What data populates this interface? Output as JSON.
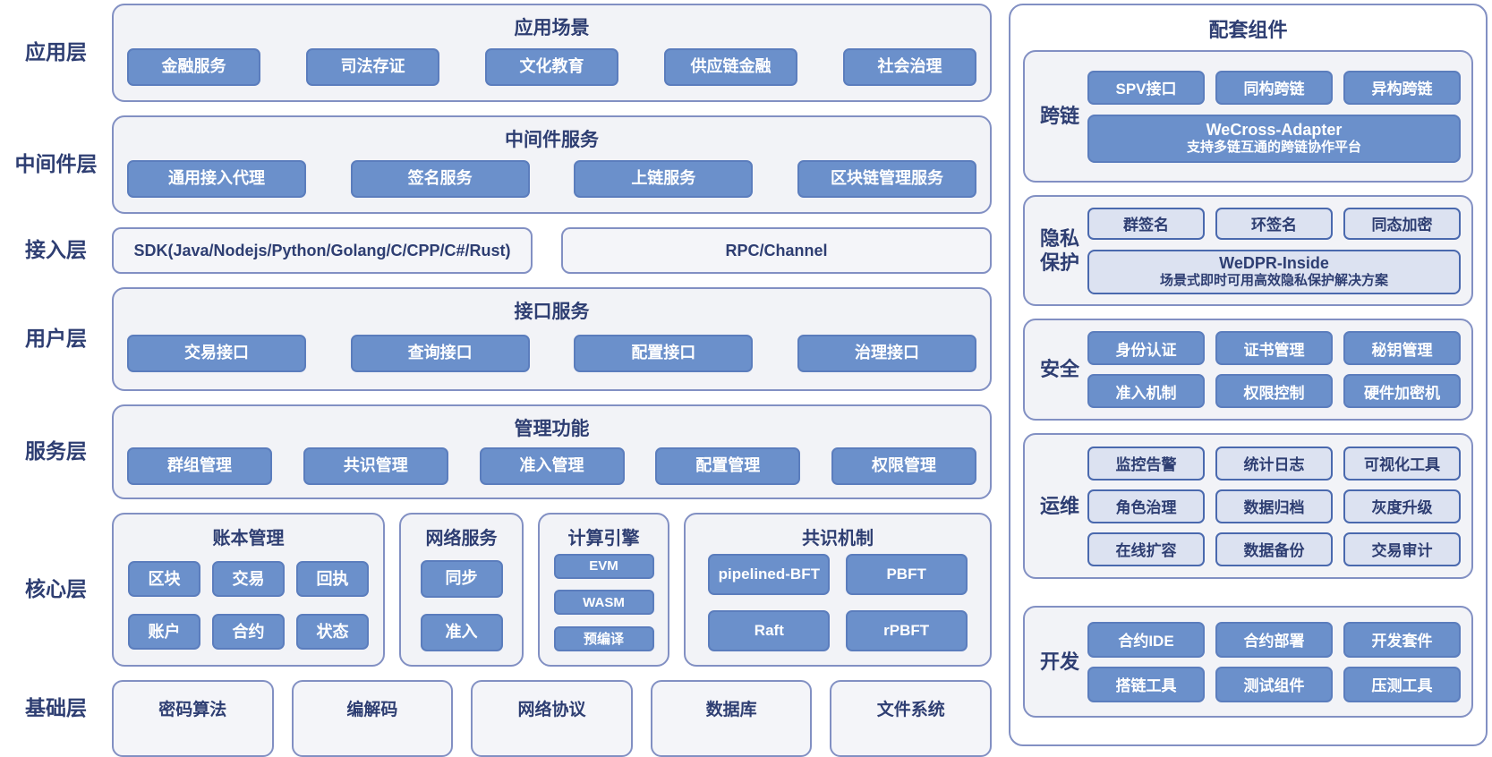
{
  "colors": {
    "navy": "#2e3e72",
    "blue": "#6b90cb",
    "blue_border": "#5b7dbd",
    "light": "#dce2f1",
    "light_border": "#4a69ae",
    "panel": "#f2f3f7",
    "panel_alt": "#f4f5f9",
    "panel_border": "#8290c3"
  },
  "layers": [
    {
      "label": "应用层",
      "box": {
        "title": "应用场景",
        "buttons": [
          "金融服务",
          "司法存证",
          "文化教育",
          "供应链金融",
          "社会治理"
        ]
      }
    },
    {
      "label": "中间件层",
      "box": {
        "title": "中间件服务",
        "buttons": [
          "通用接入代理",
          "签名服务",
          "上链服务",
          "区块链管理服务"
        ]
      }
    },
    {
      "label": "接入层",
      "boxes": [
        "SDK(Java/Nodejs/Python/Golang/C/CPP/C#/Rust)",
        "RPC/Channel"
      ]
    },
    {
      "label": "用户层",
      "box": {
        "title": "接口服务",
        "buttons": [
          "交易接口",
          "查询接口",
          "配置接口",
          "治理接口"
        ]
      }
    },
    {
      "label": "服务层",
      "box": {
        "title": "管理功能",
        "buttons": [
          "群组管理",
          "共识管理",
          "准入管理",
          "配置管理",
          "权限管理"
        ]
      }
    },
    {
      "label": "核心层",
      "groups": [
        {
          "title": "账本管理",
          "cols": 3,
          "buttons": [
            "区块",
            "交易",
            "回执",
            "账户",
            "合约",
            "状态"
          ]
        },
        {
          "title": "网络服务",
          "cols": 1,
          "buttons": [
            "同步",
            "准入"
          ]
        },
        {
          "title": "计算引擎",
          "cols": 1,
          "buttons": [
            "EVM",
            "WASM",
            "预编译"
          ]
        },
        {
          "title": "共识机制",
          "cols": 2,
          "buttons": [
            "pipelined-BFT",
            "PBFT",
            "Raft",
            "rPBFT"
          ]
        }
      ]
    },
    {
      "label": "基础层",
      "boxes": [
        "密码算法",
        "编解码",
        "网络协议",
        "数据库",
        "文件系统"
      ]
    }
  ],
  "sidebar": {
    "title": "配套组件",
    "sections": [
      {
        "label": "跨链",
        "style": "solid",
        "buttons": [
          "SPV接口",
          "同构跨链",
          "异构跨链"
        ],
        "banner": {
          "line1": "WeCross-Adapter",
          "line2": "支持多链互通的跨链协作平台"
        }
      },
      {
        "label": "隐私保护",
        "style": "light",
        "buttons": [
          "群签名",
          "环签名",
          "同态加密"
        ],
        "banner": {
          "line1": "WeDPR-Inside",
          "line2": "场景式即时可用高效隐私保护解决方案"
        }
      },
      {
        "label": "安全",
        "style": "solid",
        "buttons": [
          "身份认证",
          "证书管理",
          "秘钥管理",
          "准入机制",
          "权限控制",
          "硬件加密机"
        ]
      },
      {
        "label": "运维",
        "style": "light",
        "buttons": [
          "监控告警",
          "统计日志",
          "可视化工具",
          "角色治理",
          "数据归档",
          "灰度升级",
          "在线扩容",
          "数据备份",
          "交易审计"
        ]
      },
      {
        "label": "开发",
        "style": "solid",
        "buttons": [
          "合约IDE",
          "合约部署",
          "开发套件",
          "搭链工具",
          "测试组件",
          "压测工具"
        ]
      }
    ]
  }
}
